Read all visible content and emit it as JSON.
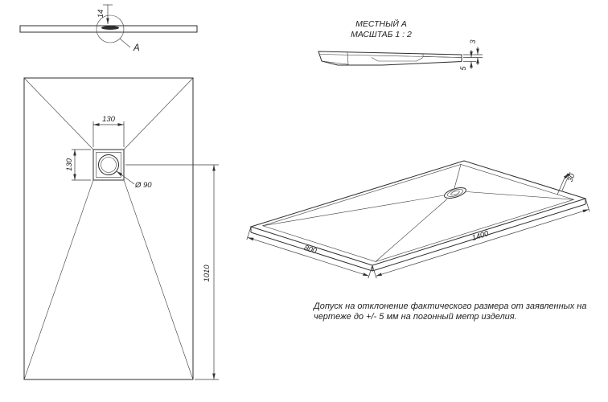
{
  "drawing": {
    "section_view": {
      "dim_14": "14",
      "detail_marker": "A"
    },
    "detail_view": {
      "title": "МЕСТНЫЙ А",
      "scale": "МАСШТАБ 1 : 2",
      "dim_top_layer": "3",
      "dim_body": "5"
    },
    "plan_view": {
      "dim_drain_width": "130",
      "dim_drain_height": "130",
      "dim_drain_diameter": "Ø 90",
      "dim_to_bottom": "1010"
    },
    "iso_view": {
      "dim_width": "800",
      "dim_length": "1400",
      "dim_rim": "30"
    },
    "note": {
      "line1": "Допуск на отклонение фактического размера от заявленных на",
      "line2": "чертеже до +/- 5 мм на погонный метр изделия."
    },
    "colors": {
      "line": "#2e2e2e",
      "background": "#ffffff"
    }
  }
}
